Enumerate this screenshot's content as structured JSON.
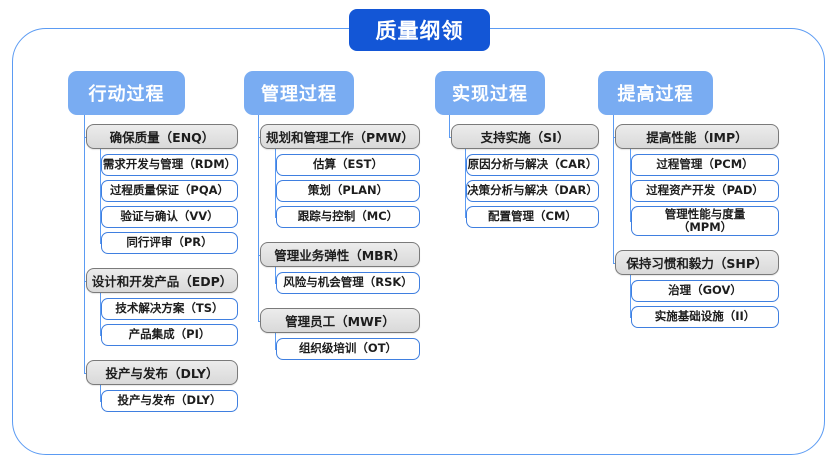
{
  "diagram": {
    "title": "质量纲领",
    "type": "hierarchy-tree",
    "colors": {
      "title_bg": "#1356d6",
      "column_header_bg": "#79acf2",
      "group_border": "#7a7a7a",
      "group_fill": "#e4e4e4",
      "leaf_border": "#3f7fe0",
      "leaf_fill": "#ffffff",
      "connector": "#5b9bf3",
      "frame_border": "#5b9bf3"
    },
    "columns": [
      {
        "header": "行动过程",
        "groups": [
          {
            "label": "确保质量（ENQ）",
            "items": [
              "需求开发与管理（RDM）",
              "过程质量保证（PQA）",
              "验证与确认（VV）",
              "同行评审（PR）"
            ]
          },
          {
            "label": "设计和开发产品（EDP）",
            "items": [
              "技术解决方案（TS）",
              "产品集成（PI）"
            ]
          },
          {
            "label": "投产与发布（DLY）",
            "items": [
              "投产与发布（DLY）"
            ]
          }
        ]
      },
      {
        "header": "管理过程",
        "groups": [
          {
            "label": "规划和管理工作（PMW）",
            "items": [
              "估算（EST）",
              "策划（PLAN）",
              "跟踪与控制（MC）"
            ]
          },
          {
            "label": "管理业务弹性（MBR）",
            "items": [
              "风险与机会管理（RSK）"
            ]
          },
          {
            "label": "管理员工（MWF）",
            "items": [
              "组织级培训（OT）"
            ]
          }
        ]
      },
      {
        "header": "实现过程",
        "groups": [
          {
            "label": "支持实施（SI）",
            "items": [
              "原因分析与解决（CAR）",
              "决策分析与解决（DAR）",
              "配置管理（CM）"
            ]
          }
        ]
      },
      {
        "header": "提高过程",
        "groups": [
          {
            "label": "提高性能（IMP）",
            "items": [
              "过程管理（PCM）",
              "过程资产开发（PAD）",
              "管理性能与度量\n（MPM）"
            ]
          },
          {
            "label": "保持习惯和毅力（SHP）",
            "items": [
              "治理（GOV）",
              "实施基础设施（II）"
            ]
          }
        ]
      }
    ]
  }
}
